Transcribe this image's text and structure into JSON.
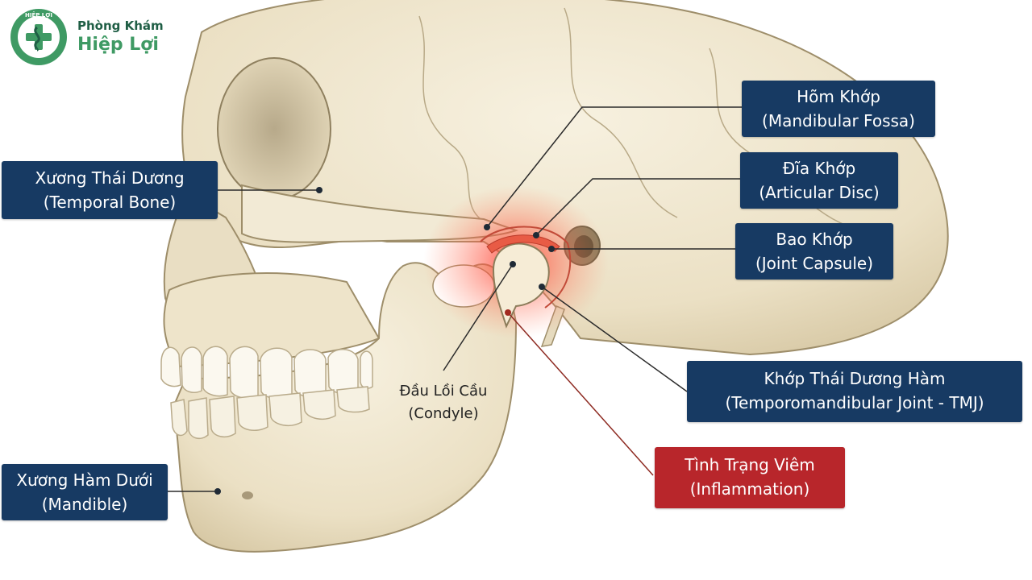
{
  "brand": {
    "line1": "Phòng Khám",
    "line2": "Hiệp Lợi",
    "logo_ring_text": "HIỆP LỢI",
    "accent": "#3f9a64",
    "dark": "#1f5e45"
  },
  "labels": {
    "temporal_bone": {
      "vi": "Xương Thái Dương",
      "en": "(Temporal Bone)"
    },
    "mandible": {
      "vi": "Xương Hàm Dưới",
      "en": "(Mandible)"
    },
    "mandibular_fossa": {
      "vi": "Hõm Khớp",
      "en": "(Mandibular Fossa)"
    },
    "articular_disc": {
      "vi": "Đĩa Khớp",
      "en": "(Articular Disc)"
    },
    "joint_capsule": {
      "vi": "Bao Khớp",
      "en": "(Joint Capsule)"
    },
    "tmj": {
      "vi": "Khớp Thái Dương Hàm",
      "en": "(Temporomandibular Joint - TMJ)"
    },
    "inflammation": {
      "vi": "Tình Trạng Viêm",
      "en": "(Inflammation)"
    },
    "condyle": {
      "vi": "Đầu Lồi Cầu",
      "en": "(Condyle)"
    }
  },
  "colors": {
    "label_bg": "#173a63",
    "inflammation_bg": "#b8262b",
    "bone": "#efe6cf",
    "bone_shadow": "#cdbf9c",
    "inflammation_glow": "#ff4a3d"
  }
}
